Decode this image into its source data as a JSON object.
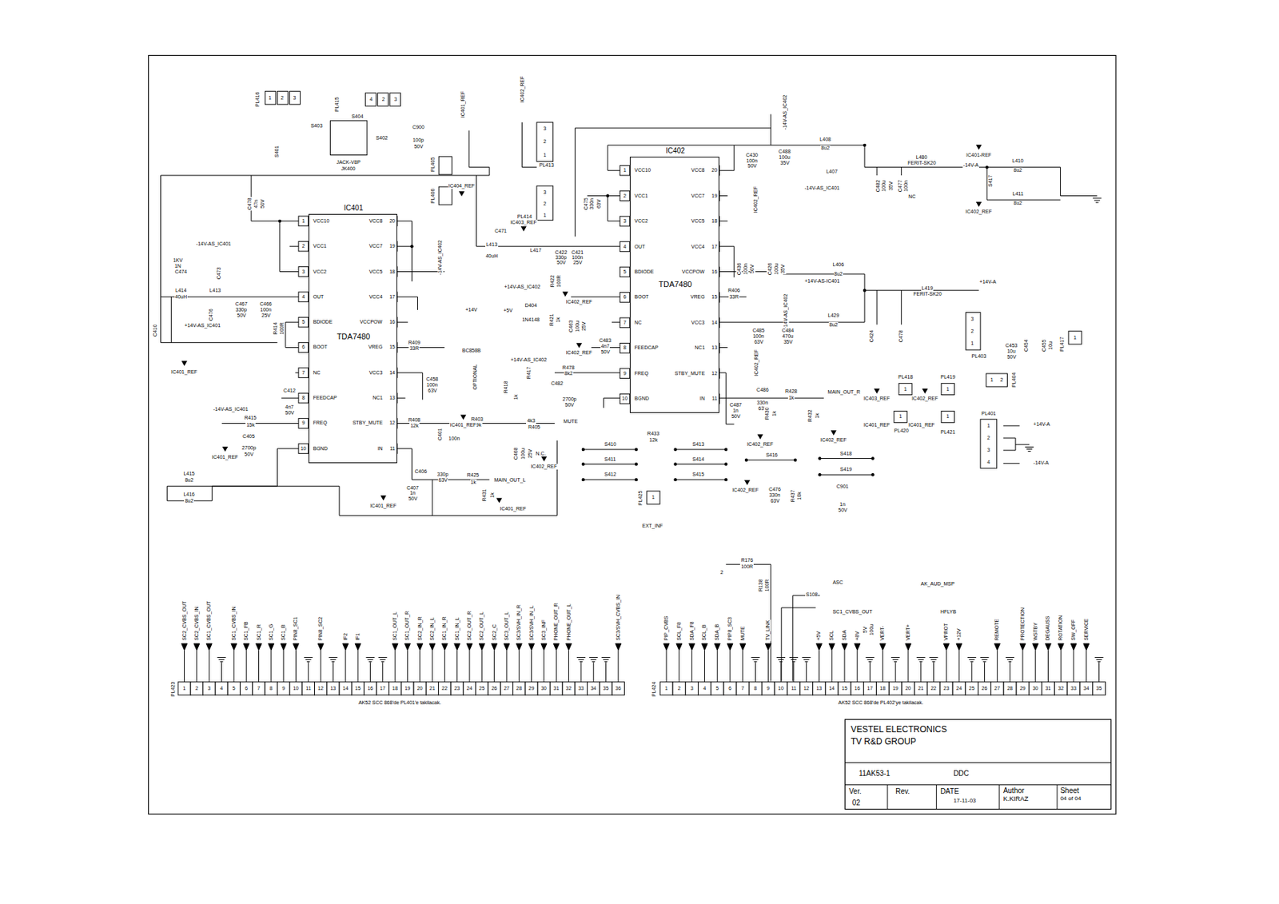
{
  "diagram": {
    "nodes": [
      {
        "text": [
          "IC401",
          "TDA7480"
        ]
      },
      {
        "text": [
          "IC402",
          "TDA7480"
        ]
      },
      {
        "text": [
          "VESTEL ELECTRONICS",
          "TV R&D GROUP"
        ]
      }
    ],
    "labels": [
      "VCC10",
      "VCC1",
      "VCC2",
      "OUT",
      "BDIODE",
      "BOOT",
      "NC",
      "FEEDCAP",
      "FREQ",
      "BGND",
      "IN",
      "STBY_MUTE",
      "NC1",
      "VCC3",
      "VREG",
      "VCCPOW",
      "VCC4",
      "VCC5",
      "VCC7",
      "VCC8",
      "1",
      "2",
      "3",
      "4",
      "5",
      "6",
      "7",
      "8",
      "9",
      "10",
      "11",
      "12",
      "13",
      "14",
      "15",
      "16",
      "17",
      "18",
      "19",
      "20",
      "VCC10",
      "VCC1",
      "VCC2",
      "OUT",
      "BDIODE",
      "BOOT",
      "NC",
      "FEEDCAP",
      "FREQ",
      "BGND",
      "IN",
      "STBY_MUTE",
      "NC1",
      "VCC3",
      "VREG",
      "VCCPOW",
      "VCC4",
      "VCC5",
      "VCC7",
      "VCC8",
      "1",
      "2",
      "3",
      "4",
      "5",
      "6",
      "7",
      "8",
      "9",
      "10",
      "11",
      "12",
      "13",
      "14",
      "15",
      "16",
      "17",
      "18",
      "19",
      "20",
      "1",
      "2",
      "3",
      "4",
      "5",
      "6",
      "7",
      "8",
      "9",
      "10",
      "11",
      "12",
      "13",
      "14",
      "15",
      "16",
      "17",
      "18",
      "19",
      "20",
      "21",
      "22",
      "23",
      "24",
      "25",
      "26",
      "27",
      "28",
      "29",
      "30",
      "31",
      "32",
      "33",
      "34",
      "35",
      "36",
      "1",
      "2",
      "3",
      "4",
      "5",
      "6",
      "7",
      "8",
      "9",
      "10",
      "11",
      "12",
      "13",
      "14",
      "15",
      "16",
      "17",
      "18",
      "19",
      "20",
      "21",
      "22",
      "23",
      "24",
      "25",
      "26",
      "27",
      "28",
      "29",
      "30",
      "31",
      "32",
      "33",
      "34",
      "35",
      "SC2_CVBS_OUT",
      "SC2_CVBS_IN",
      "SC1_CVBS_OUT",
      "SC1_CVBS_IN",
      "SC1_FB",
      "SC1_R",
      "SC1_G",
      "SC1_B",
      "PIN8_SC1",
      "PIN8_SC2",
      "IF2",
      "IF1",
      "SC1_OUT_L",
      "SC1_OUT_R",
      "SC2_IN_R",
      "SC2_IN_L",
      "SC1_IN_R",
      "SC1_IN_L",
      "SC2_OUT_R",
      "SC2_OUT_L",
      "SC2_C",
      "SC3_OUT_L",
      "SC3/SVH_IN_R",
      "SC3/SVH_IN_L",
      "SC3_INF",
      "PHONE_OUT_R",
      "PHONE_OUT_L",
      "SC3/SVH_CVBS_IN",
      "PIP_CVBS",
      "SCL_F8",
      "SDA_F8",
      "SCL_B",
      "SDA_B",
      "PIP8_SC3",
      "MUTE",
      "TV_LINK",
      "+5V",
      "SCL",
      "SDA",
      "+8V",
      "VERT-",
      "VERT+",
      "VPROT",
      "+12V",
      "REMOTE",
      "PROTECTION",
      "WSTBY",
      "DEGAUSS",
      "ROTATION",
      "SW_OFF",
      "SERVICE",
      "PL416",
      "1",
      "2",
      "3",
      "PL415",
      "4",
      "2",
      "3",
      "S403",
      "S404",
      "S402",
      "S401",
      "JACK-V8P",
      "JK400",
      "C900",
      "100p",
      "50V",
      "IC401_REF",
      "IC402_REF",
      "PL405",
      "PL406",
      "PL413",
      "PL414",
      "IC404_REF",
      "IC403_REF",
      "C478",
      "47n",
      "50V",
      "-14V-AS_IC401",
      "1KV",
      "1N",
      "C474",
      "L414",
      "40uH",
      "L413",
      "C473",
      "C476",
      "C467",
      "330p",
      "50V",
      "C466",
      "100n",
      "25V",
      "R414",
      "100R",
      "+14V-AS_IC401",
      "C410",
      "IC401_REF",
      "R415",
      "15k",
      "C405",
      "2700p",
      "50V",
      "-14V-AS_IC401",
      "IC401_REF",
      "C412",
      "4n7",
      "50V",
      "L415",
      "8u2",
      "L416",
      "8u2",
      "R409",
      "33R",
      "R408",
      "12k",
      "C458",
      "100n",
      "63V",
      "R403",
      "39k",
      "4k3",
      "R405",
      "MUTE",
      "C406",
      "330p",
      "63V",
      "C407",
      "1n",
      "50V",
      "R425",
      "1k",
      "MAIN_OUT_L",
      "R431",
      "1k",
      "IC401_REF",
      "IC401_REF",
      "C401",
      "100n",
      "IC401_REF",
      "C468",
      "100u",
      "25V",
      "N.C.",
      "IC402_REF",
      "OPTIONAL",
      "BC858B",
      "+14V",
      "+5V",
      "D404",
      "1N4148",
      "R421",
      "1k",
      "C463",
      "100u",
      "25V",
      "IC402_REF",
      "IC402_REF",
      "C483",
      "4n7",
      "50V",
      "R478",
      "8k2",
      "C482",
      "2700p",
      "50V",
      "+14V-AS_IC402",
      "R417",
      "R418",
      "1k",
      "L413",
      "40uH",
      "C471",
      "L417",
      "C422",
      "330p",
      "50V",
      "C421",
      "100n",
      "25V",
      "R422",
      "100R",
      "C475",
      "330n",
      "63V",
      "+14V-AS_IC402",
      "-14V-AS_IC402",
      "C430",
      "100n",
      "50V",
      "C488",
      "100u",
      "35V",
      "-14V-AS_IC402",
      "IC402_REF",
      "L408",
      "8u2",
      "L407",
      "-14V-AS_IC401",
      "C482",
      "100u",
      "35V",
      "C477",
      "100n",
      "NC",
      "L480",
      "FERIT-SK20",
      "-14V-A",
      "IC401-REF",
      "L410",
      "8u2",
      "S417",
      "L411",
      "8u2",
      "IC402_REF",
      "L406",
      "8u2",
      "+14V-AS-IC401",
      "L419",
      "FERIT-SK20",
      "+14V-A",
      "L429",
      "8u2",
      "C424",
      "C478",
      "C436",
      "100n",
      "50V",
      "C426",
      "100u",
      "35V",
      "R406",
      "33R",
      "+14V-AS_IC402",
      "C485",
      "100n",
      "63V",
      "C484",
      "470u",
      "35V",
      "IC402_REF",
      "C486",
      "330n",
      "63V",
      "R428",
      "1k",
      "MAIN_OUT_R",
      "C487",
      "1n",
      "50V",
      "R430",
      "1k",
      "IC402_REF",
      "R432",
      "1k",
      "IC402_REF",
      "S410",
      "S411",
      "S412",
      "R433",
      "12k",
      "S413",
      "S414",
      "S415",
      "S416",
      "C476",
      "330n",
      "63V",
      "R437",
      "10k",
      "IC402_REF",
      "S418",
      "S419",
      "C901",
      "1n",
      "50V",
      "PL425",
      "1",
      "EXT_INF",
      "PL418",
      "1",
      "PL419",
      "1",
      "IC403_REF",
      "IC402_REF",
      "PL420",
      "1",
      "PL421",
      "1",
      "IC401_REF",
      "IC401_REF",
      "PL401",
      "1",
      "2",
      "3",
      "4",
      "+14V-A",
      "-14V-A",
      "PL403",
      "3",
      "2",
      "1",
      "C453",
      "10u",
      "50V",
      "C454",
      "C455",
      "10u",
      "PL417",
      "1",
      "PL404",
      "1",
      "2",
      "2",
      "R176",
      "100R",
      "R138",
      "100R",
      "S108",
      "ASC",
      "AK_AUD_MSP",
      "SC1_CVBS_OUT",
      "HFLYB",
      "5V",
      "100u",
      "PL423",
      "PL424",
      "AK52 SCC 868'de PL401'e takilacak.",
      "AK52 SCC 868'de PL402'ye takilacak.",
      "11AK53-1",
      "DDC",
      "Ver.",
      "02",
      "Rev.",
      "DATE",
      "17-11-03",
      "Author",
      "K.KIRAZ",
      "Sheet",
      "04 of 04",
      "3",
      "2",
      "1",
      "3",
      "2",
      "1"
    ]
  }
}
